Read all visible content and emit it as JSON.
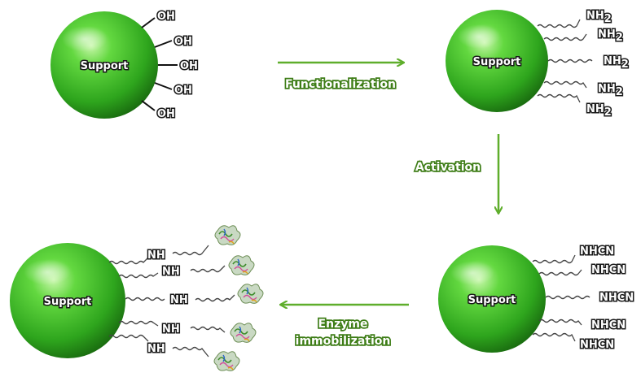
{
  "support_label": "Support",
  "groups": {
    "hydroxyl": "OH",
    "amine_base": "NH",
    "amine_sub": "2",
    "cyanamide": "NHCN",
    "linked_amine": "NH"
  },
  "steps": {
    "functionalization": "Functionalization",
    "activation": "Activation",
    "enzyme_line1": "Enzyme",
    "enzyme_line2": "immobilization"
  },
  "colors": {
    "sphere_light": "#b9f39a",
    "sphere_mid": "#3fc22b",
    "sphere_dark": "#17700f",
    "arrow": "#5fae2c"
  },
  "icons": {
    "enzyme": "enzyme-protein-icon"
  }
}
